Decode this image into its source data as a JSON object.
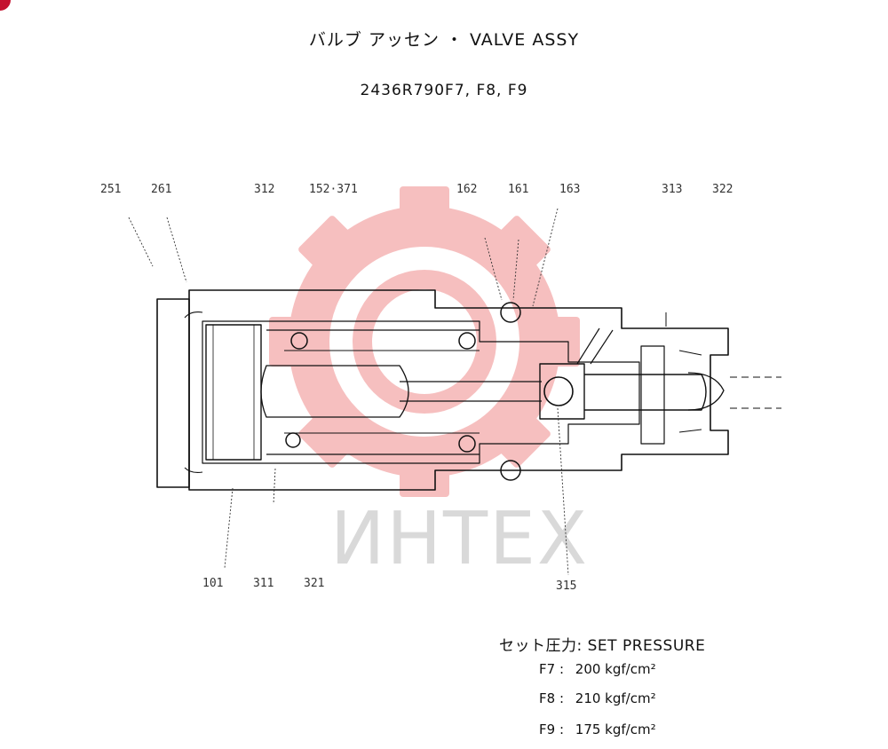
{
  "header": {
    "title": "バルブ アッセン ・ VALVE ASSY",
    "model": "2436R790F7, F8, F9"
  },
  "watermark": {
    "text": "ИНТЕХ",
    "color": "#f5b5b5"
  },
  "part_labels": {
    "p251": "251",
    "p261": "261",
    "p312": "312",
    "p152_371": "152·371",
    "p162": "162",
    "p161": "161",
    "p163": "163",
    "p313": "313",
    "p322": "322",
    "p101": "101",
    "p311": "311",
    "p321": "321",
    "p315": "315"
  },
  "set_pressure": {
    "title": "セット圧力: SET PRESSURE",
    "rows": [
      {
        "code": "F7 :",
        "value": "200 kgf/cm²"
      },
      {
        "code": "F8 :",
        "value": "210 kgf/cm²"
      },
      {
        "code": "F9 :",
        "value": "175 kgf/cm²"
      }
    ]
  },
  "colors": {
    "line": "#111111",
    "badge": "#c4122f"
  }
}
